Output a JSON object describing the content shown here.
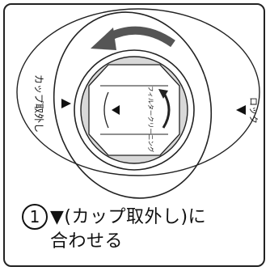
{
  "labels": {
    "remove_cup": "カップ取外し",
    "lock": "ロック",
    "filter_cleaning": "フィルタークリーニング"
  },
  "step": {
    "number": "1",
    "line1": "▼(カップ取外し)に",
    "line2": "合わせる"
  },
  "icons": {
    "rotate_arrow": "counterclockwise-arrow-icon",
    "remove_marker": "triangle-down-icon",
    "lock_marker": "triangle-down-icon",
    "cup_pointer": "triangle-left-icon"
  }
}
